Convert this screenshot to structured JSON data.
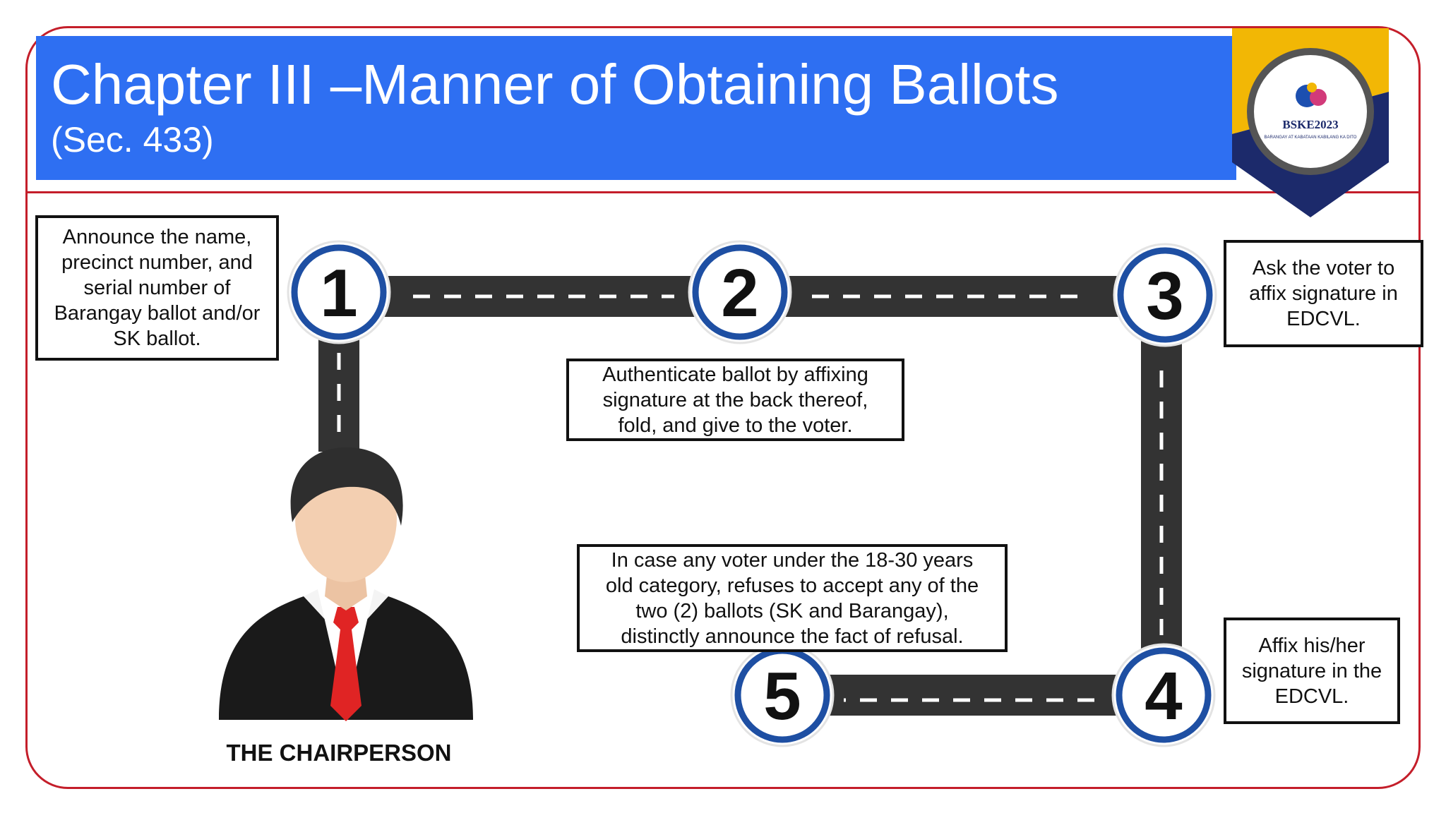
{
  "header": {
    "title": "Chapter III –Manner of Obtaining Ballots",
    "subtitle": "(Sec. 433)"
  },
  "logo": {
    "text": "BSKE2023",
    "tagline": "BARANGAY AT KABATAAN KABILANG KA DITO"
  },
  "steps": [
    {
      "number": "1",
      "lines": [
        "Announce the name,",
        "precinct number, and",
        "serial number of",
        "Barangay ballot and/or",
        "SK ballot."
      ]
    },
    {
      "number": "2",
      "lines": [
        "Authenticate ballot by affixing",
        "signature at the back thereof,",
        "fold, and give to the voter."
      ]
    },
    {
      "number": "3",
      "lines": [
        "Ask the voter to",
        "affix signature in",
        "EDCVL."
      ]
    },
    {
      "number": "4",
      "lines": [
        "Affix his/her",
        "signature in the",
        "EDCVL."
      ]
    },
    {
      "number": "5",
      "lines": [
        "In case any voter under the 18-30 years",
        "old category, refuses to accept any of the",
        "two (2) ballots (SK and Barangay),",
        "distinctly announce the fact of refusal."
      ]
    }
  ],
  "figure": {
    "caption": "THE CHAIRPERSON"
  },
  "colors": {
    "banner": "#2e6ff2",
    "frame": "#c41e2a",
    "road": "#333333",
    "node_ring": "#1e4fa3",
    "badge_gold": "#f2b705",
    "badge_navy": "#1c2a6b",
    "tie": "#e02424"
  }
}
